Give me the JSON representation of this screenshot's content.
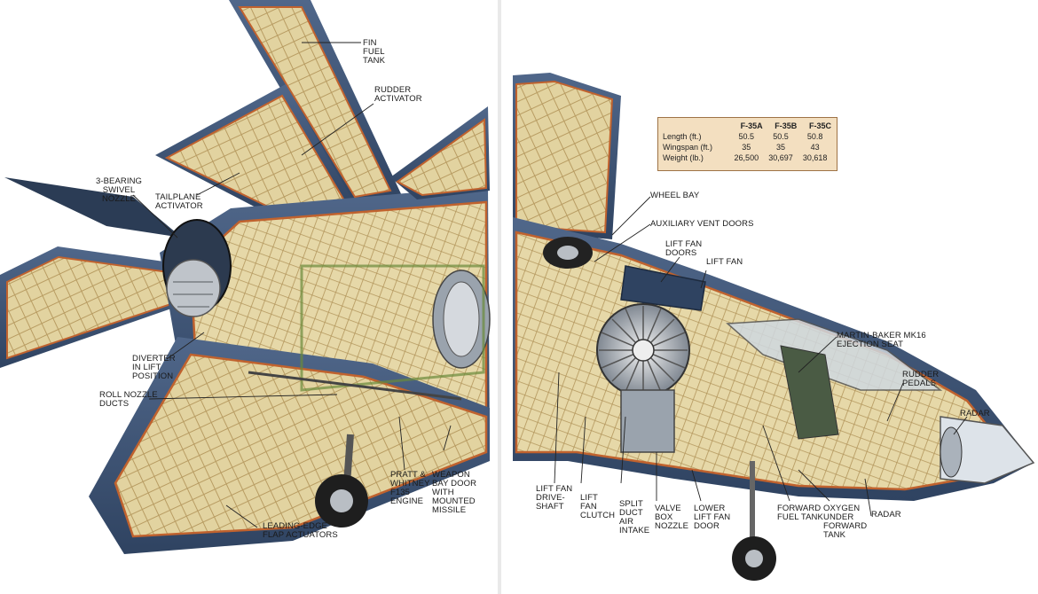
{
  "spec_table": {
    "headers": [
      "",
      "F-35A",
      "F-35B",
      "F-35C"
    ],
    "rows": [
      [
        "Length (ft.)",
        "50.5",
        "50.5",
        "50.8"
      ],
      [
        "Wingspan (ft.)",
        "35",
        "35",
        "43"
      ],
      [
        "Weight (lb.)",
        "26,500",
        "30,697",
        "30,618"
      ]
    ]
  },
  "callouts": {
    "fin_fuel_tank": "FIN\nFUEL\nTANK",
    "rudder_activator": "RUDDER\nACTIVATOR",
    "three_bearing_swivel_nozzle": "3-BEARING\nSWIVEL\nNOZZLE",
    "tailplane_activator": "TAILPLANE\nACTIVATOR",
    "diverter_in_lift_position": "DIVERTER\nIN LIFT\nPOSITION",
    "roll_nozzle_ducts": "ROLL NOZZLE\nDUCTS",
    "pratt_whitney_engine": "PRATT &\nWHITNEY\nF135\nENGINE",
    "weapon_bay_door": "WEAPON\nBAY DOOR\nWITH\nMOUNTED\nMISSILE",
    "leading_edge_flap_actuators": "LEADING-EDGE\nFLAP ACTUATORS",
    "wheel_bay": "WHEEL BAY",
    "auxiliary_vent_doors": "AUXILIARY VENT DOORS",
    "lift_fan_doors": "LIFT FAN\nDOORS",
    "lift_fan": "LIFT FAN",
    "ejection_seat": "MARTIN-BAKER MK16\nEJECTION SEAT",
    "rudder_pedals": "RUDDER\nPEDALS",
    "radar_top": "RADAR",
    "radar_bottom": "RADAR",
    "lift_fan_driveshaft": "LIFT FAN\nDRIVE-\nSHAFT",
    "lift_fan_clutch": "LIFT\nFAN\nCLUTCH",
    "split_duct_air_intake": "SPLIT\nDUCT\nAIR\nINTAKE",
    "valve_box_nozzle": "VALVE\nBOX\nNOZZLE",
    "lower_lift_fan_door": "LOWER\nLIFT FAN\nDOOR",
    "forward_fuel_tank": "FORWARD\nFUEL TANK",
    "oxygen_under_forward_tank": "OXYGEN\nUNDER\nFORWARD\nTANK"
  },
  "colors": {
    "skin": "#3e5474",
    "interior": "#e2d3a0",
    "structure": "#c9b27a",
    "orange_edge": "#c0622e",
    "gray_metal": "#9aa3ad"
  }
}
